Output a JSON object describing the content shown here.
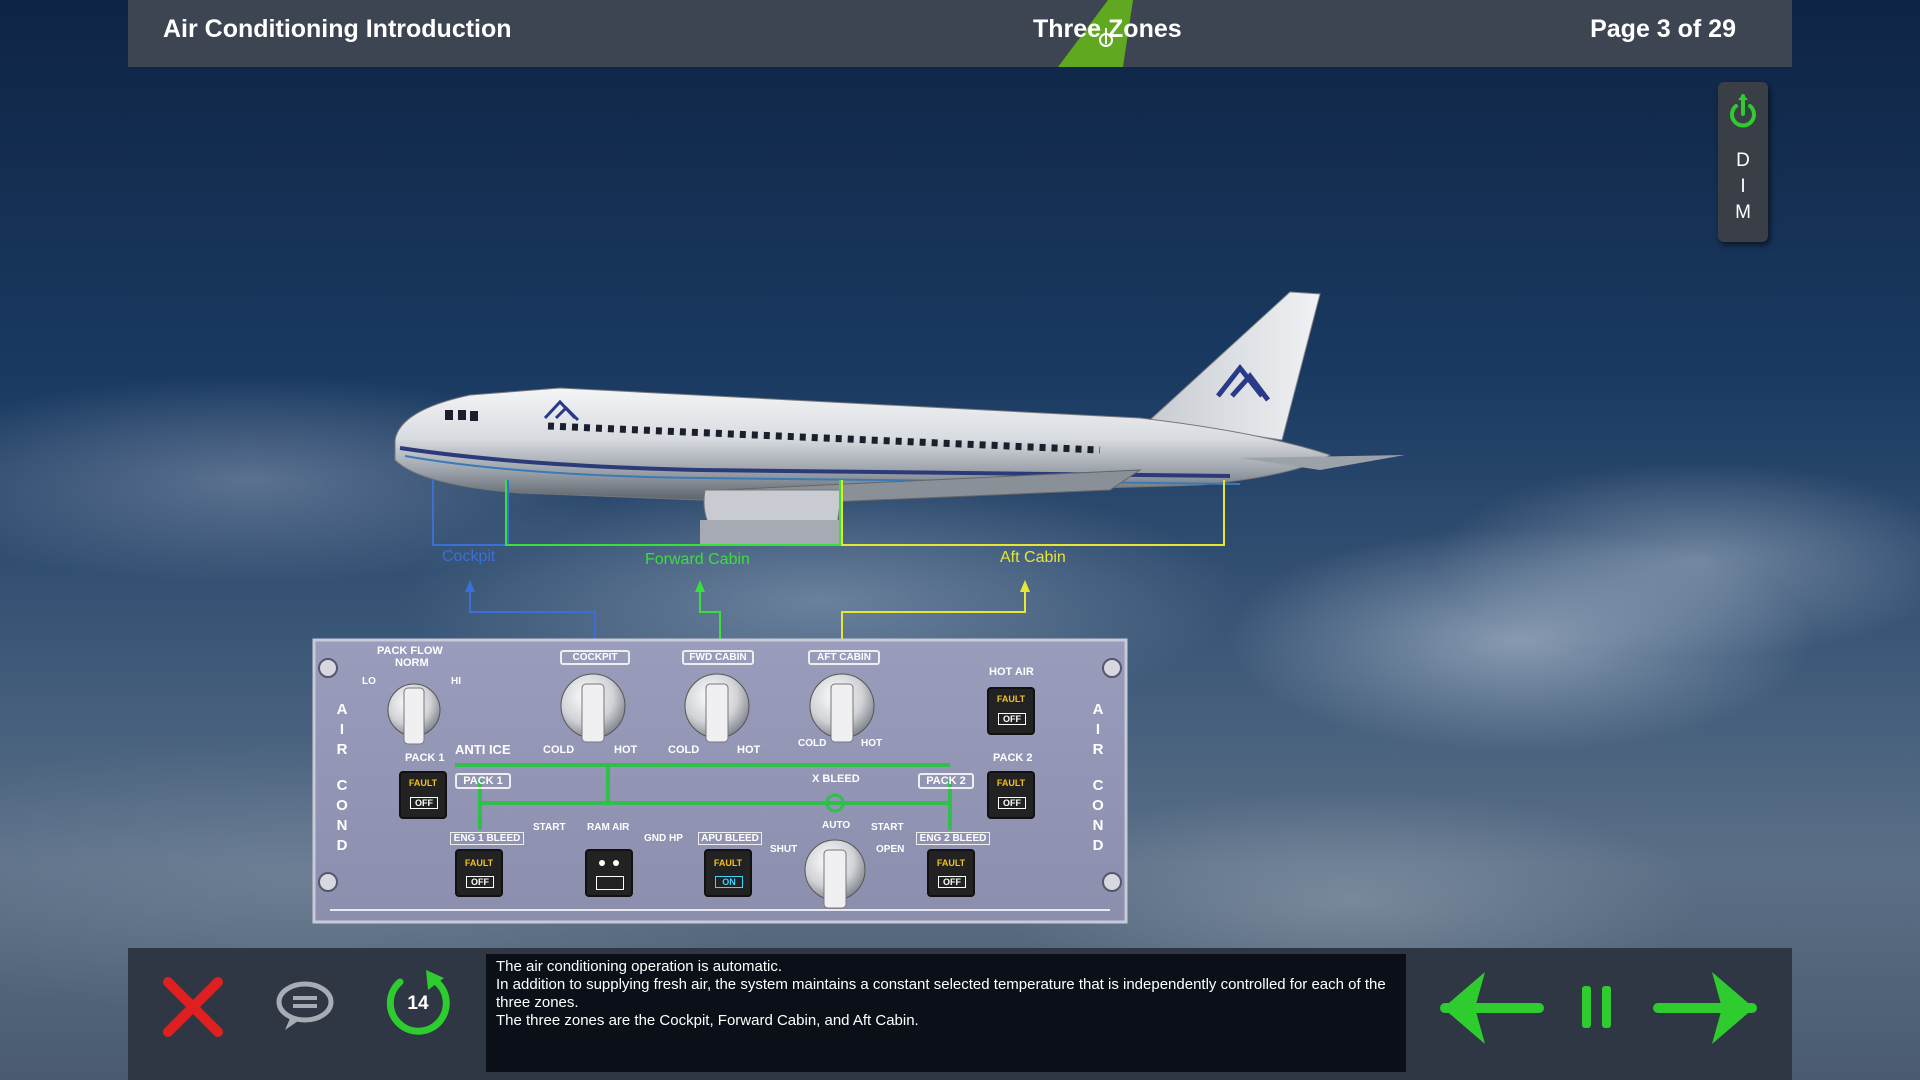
{
  "header": {
    "app_title": "Air Conditioning Introduction",
    "zone_title": "Three Zones",
    "page": "Page 3 of 29"
  },
  "dim_control": {
    "label_letters": [
      "D",
      "I",
      "M"
    ],
    "icon": "power-icon"
  },
  "zones": {
    "cockpit": "Cockpit",
    "forward_cabin": "Forward Cabin",
    "aft_cabin": "Aft Cabin",
    "colors": {
      "cockpit": "#3b6fd6",
      "forward_cabin": "#39e039",
      "aft_cabin": "#e6e633"
    }
  },
  "panel": {
    "side_label": [
      "A",
      "I",
      "R",
      "C",
      "O",
      "N",
      "D"
    ],
    "pack_flow": "PACK FLOW",
    "norm": "NORM",
    "lo": "LO",
    "hi": "HI",
    "cockpit": "COCKPIT",
    "fwd_cabin": "FWD CABIN",
    "aft_cabin": "AFT CABIN",
    "cold": "COLD",
    "hot": "HOT",
    "hot_air": "HOT AIR",
    "anti_ice": "ANTI ICE",
    "pack1": "PACK 1",
    "pack2": "PACK 2",
    "x_bleed": "X BLEED",
    "start": "START",
    "ram_air": "RAM AIR",
    "gnd_hp": "GND HP",
    "apu_bleed": "APU BLEED",
    "eng1_bleed": "ENG 1 BLEED",
    "eng2_bleed": "ENG 2 BLEED",
    "shut": "SHUT",
    "auto": "AUTO",
    "open": "OPEN",
    "fault": "FAULT",
    "off": "OFF",
    "on": "ON"
  },
  "caption": {
    "lines": [
      "The air conditioning operation is automatic.",
      "In addition to supplying fresh air, the system maintains a constant selected temperature that is independently controlled for each of the three zones.",
      "The three zones are the Cockpit, Forward Cabin, and Aft Cabin."
    ]
  },
  "controls": {
    "close": "close-icon",
    "comment": "speech-bubble-icon",
    "replay_count": "14",
    "back": "arrow-left-icon",
    "pause": "pause-icon",
    "next": "arrow-right-icon",
    "accent": "#2ecc2e",
    "close_color": "#e02020"
  }
}
